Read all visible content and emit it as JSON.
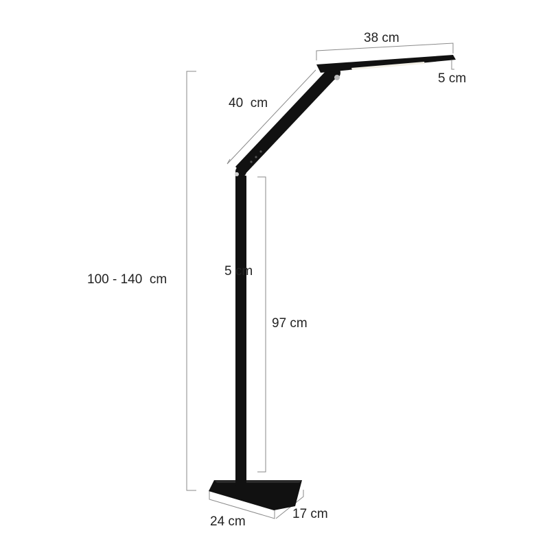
{
  "diagram": {
    "title": "",
    "colors": {
      "lamp_body": "#111111",
      "dimension_line": "#8a8a8a",
      "label_text": "#222222",
      "led_glow": "#f2efe6",
      "background": "#ffffff"
    },
    "labels": {
      "head_length": "38 cm",
      "head_thickness": "5 cm",
      "upper_arm_length": "40  cm",
      "total_height": "100 - 140  cm",
      "pole_width": "5 cm",
      "pole_height": "97 cm",
      "base_width": "24 cm",
      "base_depth": "17 cm"
    }
  }
}
